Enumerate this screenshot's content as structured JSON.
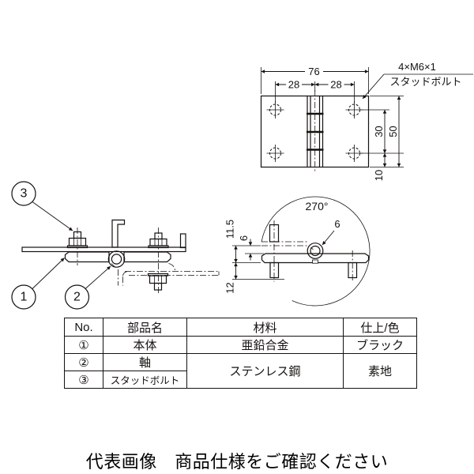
{
  "drawing": {
    "top_view": {
      "dim_width": "76",
      "dim_pitch_left": "28",
      "dim_pitch_right": "28",
      "dim_hole_pitch_v": "30",
      "dim_height": "50",
      "dim_bottom_offset": "10",
      "stud_note_line1": "4×M6×1",
      "stud_note_line2": "スタッドボルト"
    },
    "side_view": {
      "angle": "270°",
      "dim_total_height": "11.5",
      "dim_gap": "6",
      "dim_stud_length": "12",
      "dim_pin_dia": "6"
    },
    "section_view": {
      "callout_1": "1",
      "callout_2": "2",
      "callout_3": "3"
    }
  },
  "table": {
    "headers": [
      "No.",
      "部品名",
      "材料",
      "仕上/色"
    ],
    "rows": [
      {
        "no": "①",
        "part": "本体",
        "material": "亜鉛合金",
        "finish": "ブラック"
      },
      {
        "no": "②",
        "part": "軸",
        "material": "ステンレス鋼",
        "finish": "素地"
      },
      {
        "no": "③",
        "part": "スタッドボルト"
      }
    ]
  },
  "caption": "代表画像　商品仕様をご確認ください",
  "colors": {
    "line": "#14120f",
    "metal_fill": "#c8c9cb",
    "background": "#ffffff"
  }
}
